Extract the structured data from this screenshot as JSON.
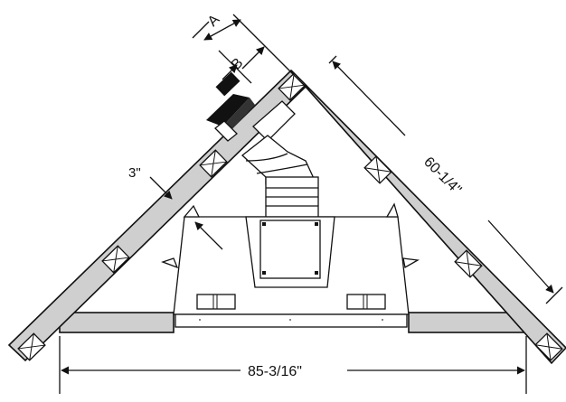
{
  "labels": {
    "dim_a": "A",
    "dim_b": "B",
    "dim_thickness": "3\"",
    "dim_slope": "60-1/4\"",
    "dim_width": "85-3/16\""
  }
}
